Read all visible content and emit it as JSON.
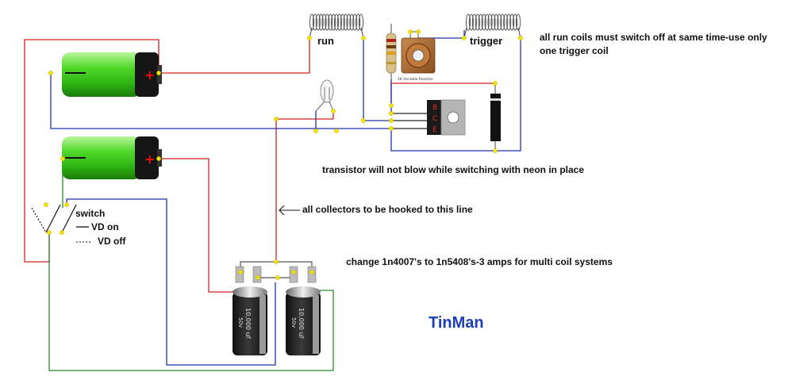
{
  "labels": {
    "run": "run",
    "trigger": "trigger",
    "switch": "switch",
    "vd_on": "VD on",
    "vd_off": "VD off",
    "pot": "1K Variable Resistor",
    "transistor_pins": "B C E",
    "cap_value": "10,000 uf",
    "cap_voltage": "50v",
    "cap_polarity": "-"
  },
  "notes": {
    "coils": "all run coils must switch off at same time-use only one trigger coil",
    "transistor": "transistor will not blow while switching with neon in place",
    "collectors": "all collectors to be hooked to this line",
    "diodes": "change 1n4007's to 1n5408's-3 amps for multi coil systems"
  },
  "brand": "TinMan",
  "colors": {
    "wire_red": "#d42020",
    "wire_blue": "#2233aa",
    "wire_green": "#2a8a2a",
    "battery_green": "#3ccc1e",
    "brand_blue": "#1c3fb8",
    "node_yellow": "#f2e600"
  }
}
